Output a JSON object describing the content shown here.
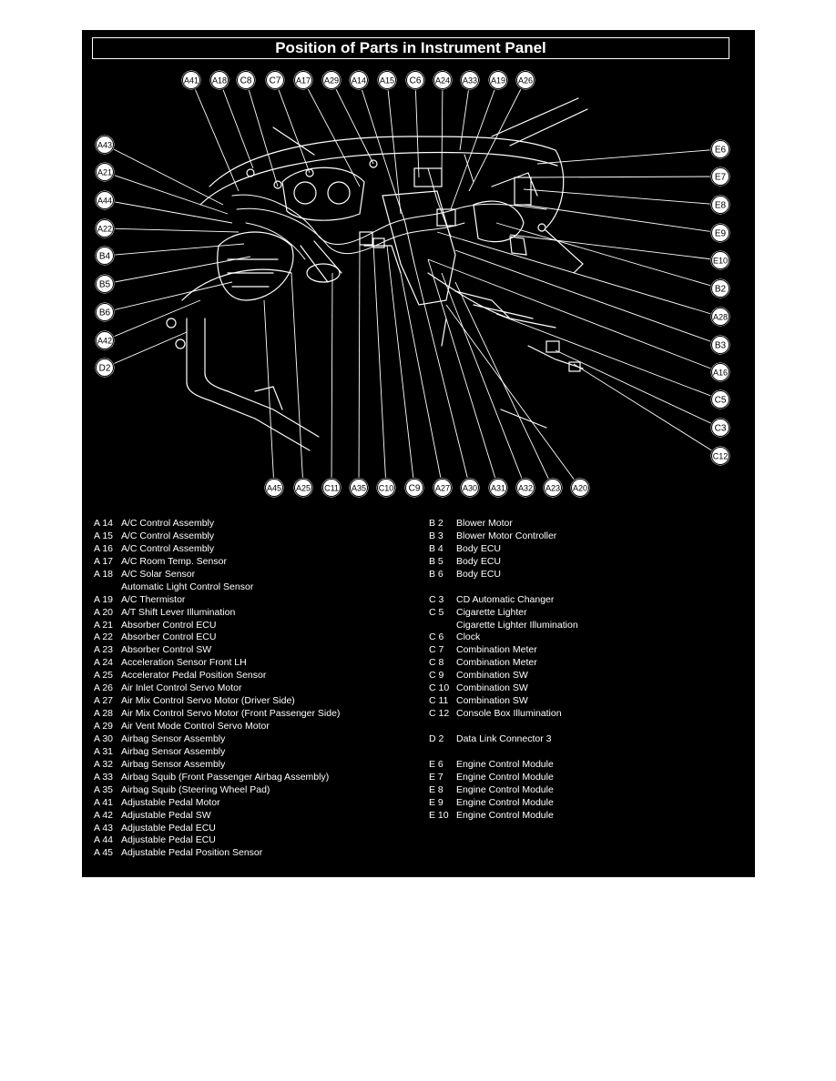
{
  "title": "Position of Parts in Instrument Panel",
  "callouts": {
    "top": [
      "A41",
      "A18",
      "C8",
      "C7",
      "A17",
      "A29",
      "A14",
      "A15",
      "C6",
      "A24",
      "A33",
      "A19",
      "A26"
    ],
    "left": [
      "A43",
      "A21",
      "A44",
      "A22",
      "B4",
      "B5",
      "B6",
      "A42",
      "D2"
    ],
    "right": [
      "E6",
      "E7",
      "E8",
      "E9",
      "E10",
      "B2",
      "A28",
      "B3",
      "A16",
      "C5",
      "C3",
      "C12"
    ],
    "bottom": [
      "A45",
      "A25",
      "C11",
      "A35",
      "C10",
      "C9",
      "A27",
      "A30",
      "A31",
      "A32",
      "A23",
      "A20"
    ]
  },
  "legend_left": [
    {
      "code": "A 14",
      "name": "A/C Control Assembly"
    },
    {
      "code": "A 15",
      "name": "A/C Control Assembly"
    },
    {
      "code": "A 16",
      "name": "A/C Control Assembly"
    },
    {
      "code": "A 17",
      "name": "A/C Room Temp. Sensor"
    },
    {
      "code": "A 18",
      "name": "A/C Solar Sensor"
    },
    {
      "code": "",
      "name": "Automatic Light Control Sensor"
    },
    {
      "code": "A 19",
      "name": "A/C Thermistor"
    },
    {
      "code": "A 20",
      "name": "A/T Shift Lever Illumination"
    },
    {
      "code": "A 21",
      "name": "Absorber Control ECU"
    },
    {
      "code": "A 22",
      "name": "Absorber Control ECU"
    },
    {
      "code": "A 23",
      "name": "Absorber Control SW"
    },
    {
      "code": "A 24",
      "name": "Acceleration Sensor Front LH"
    },
    {
      "code": "A 25",
      "name": "Accelerator Pedal Position Sensor"
    },
    {
      "code": "A 26",
      "name": "Air Inlet Control Servo Motor"
    },
    {
      "code": "A 27",
      "name": "Air Mix Control Servo Motor (Driver Side)"
    },
    {
      "code": "A 28",
      "name": "Air Mix Control Servo Motor (Front Passenger Side)"
    },
    {
      "code": "A 29",
      "name": "Air Vent Mode Control Servo Motor"
    },
    {
      "code": "A 30",
      "name": "Airbag Sensor Assembly"
    },
    {
      "code": "A 31",
      "name": "Airbag Sensor Assembly"
    },
    {
      "code": "A 32",
      "name": "Airbag Sensor Assembly"
    },
    {
      "code": "A 33",
      "name": "Airbag Squib (Front Passenger Airbag Assembly)"
    },
    {
      "code": "A 35",
      "name": "Airbag Squib (Steering Wheel Pad)"
    },
    {
      "code": "A 41",
      "name": "Adjustable Pedal Motor"
    },
    {
      "code": "A 42",
      "name": "Adjustable Pedal SW"
    },
    {
      "code": "A 43",
      "name": "Adjustable Pedal ECU"
    },
    {
      "code": "A 44",
      "name": "Adjustable Pedal ECU"
    },
    {
      "code": "A 45",
      "name": "Adjustable Pedal Position Sensor"
    }
  ],
  "legend_right": [
    {
      "code": "B 2",
      "name": "Blower Motor"
    },
    {
      "code": "B 3",
      "name": "Blower Motor Controller"
    },
    {
      "code": "B 4",
      "name": "Body ECU"
    },
    {
      "code": "B 5",
      "name": "Body ECU"
    },
    {
      "code": "B 6",
      "name": "Body ECU"
    },
    {
      "code": "",
      "name": ""
    },
    {
      "code": "C 3",
      "name": "CD Automatic Changer"
    },
    {
      "code": "C 5",
      "name": "Cigarette Lighter"
    },
    {
      "code": "",
      "name": "Cigarette Lighter Illumination"
    },
    {
      "code": "C 6",
      "name": "Clock"
    },
    {
      "code": "C 7",
      "name": "Combination Meter"
    },
    {
      "code": "C 8",
      "name": "Combination Meter"
    },
    {
      "code": "C 9",
      "name": "Combination SW"
    },
    {
      "code": "C 10",
      "name": "Combination SW"
    },
    {
      "code": "C 11",
      "name": "Combination SW"
    },
    {
      "code": "C 12",
      "name": "Console Box Illumination"
    },
    {
      "code": "",
      "name": ""
    },
    {
      "code": "D 2",
      "name": "Data Link Connector 3"
    },
    {
      "code": "",
      "name": ""
    },
    {
      "code": "E 6",
      "name": "Engine Control Module"
    },
    {
      "code": "E 7",
      "name": "Engine Control Module"
    },
    {
      "code": "E 8",
      "name": "Engine Control Module"
    },
    {
      "code": "E 9",
      "name": "Engine Control Module"
    },
    {
      "code": "E 10",
      "name": "Engine Control Module"
    }
  ]
}
